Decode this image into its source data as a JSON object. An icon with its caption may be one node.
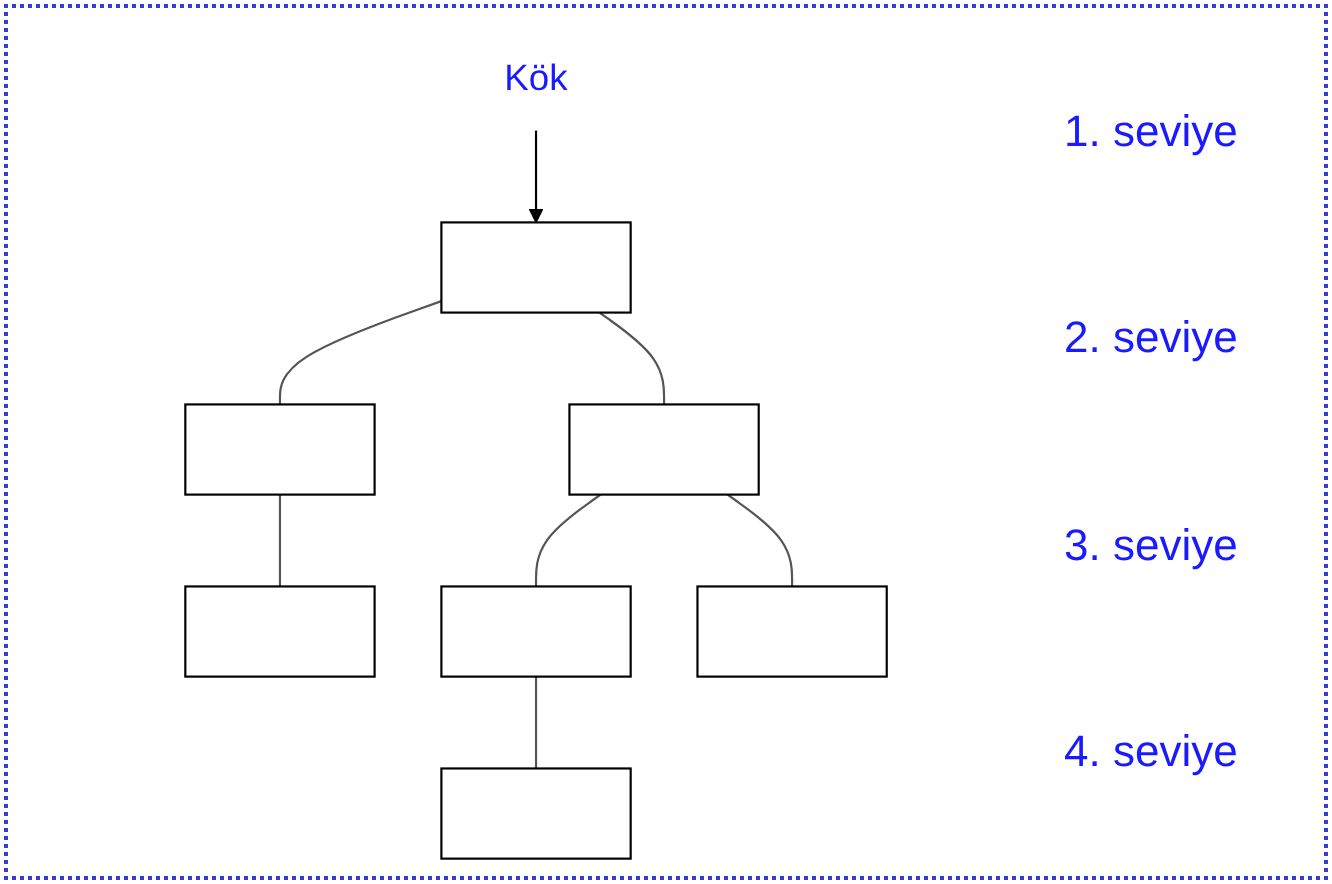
{
  "diagram": {
    "nodes": [
      {
        "text": [],
        "shape": "box"
      },
      {
        "text": [
          "Kök"
        ]
      },
      {
        "text": [],
        "shape": "box"
      },
      {
        "text": [],
        "shape": "box"
      },
      {
        "text": [],
        "shape": "box"
      },
      {
        "text": [],
        "shape": "box"
      },
      {
        "text": [],
        "shape": "box"
      },
      {
        "text": [],
        "shape": "box"
      }
    ],
    "edges": [
      {
        "from": 1,
        "to": 0,
        "arrow": "to"
      },
      {
        "from": 0,
        "to": 2,
        "arrow": "none"
      },
      {
        "from": 0,
        "to": 3,
        "arrow": "none"
      },
      {
        "from": 2,
        "to": 4,
        "arrow": "none"
      },
      {
        "from": 3,
        "to": 5,
        "arrow": "none"
      },
      {
        "from": 3,
        "to": 6,
        "arrow": "none"
      },
      {
        "from": 5,
        "to": 7,
        "arrow": "none"
      }
    ],
    "labels": [
      "1. seviye",
      "2. seviye",
      "3. seviye",
      "4. seviye"
    ]
  }
}
